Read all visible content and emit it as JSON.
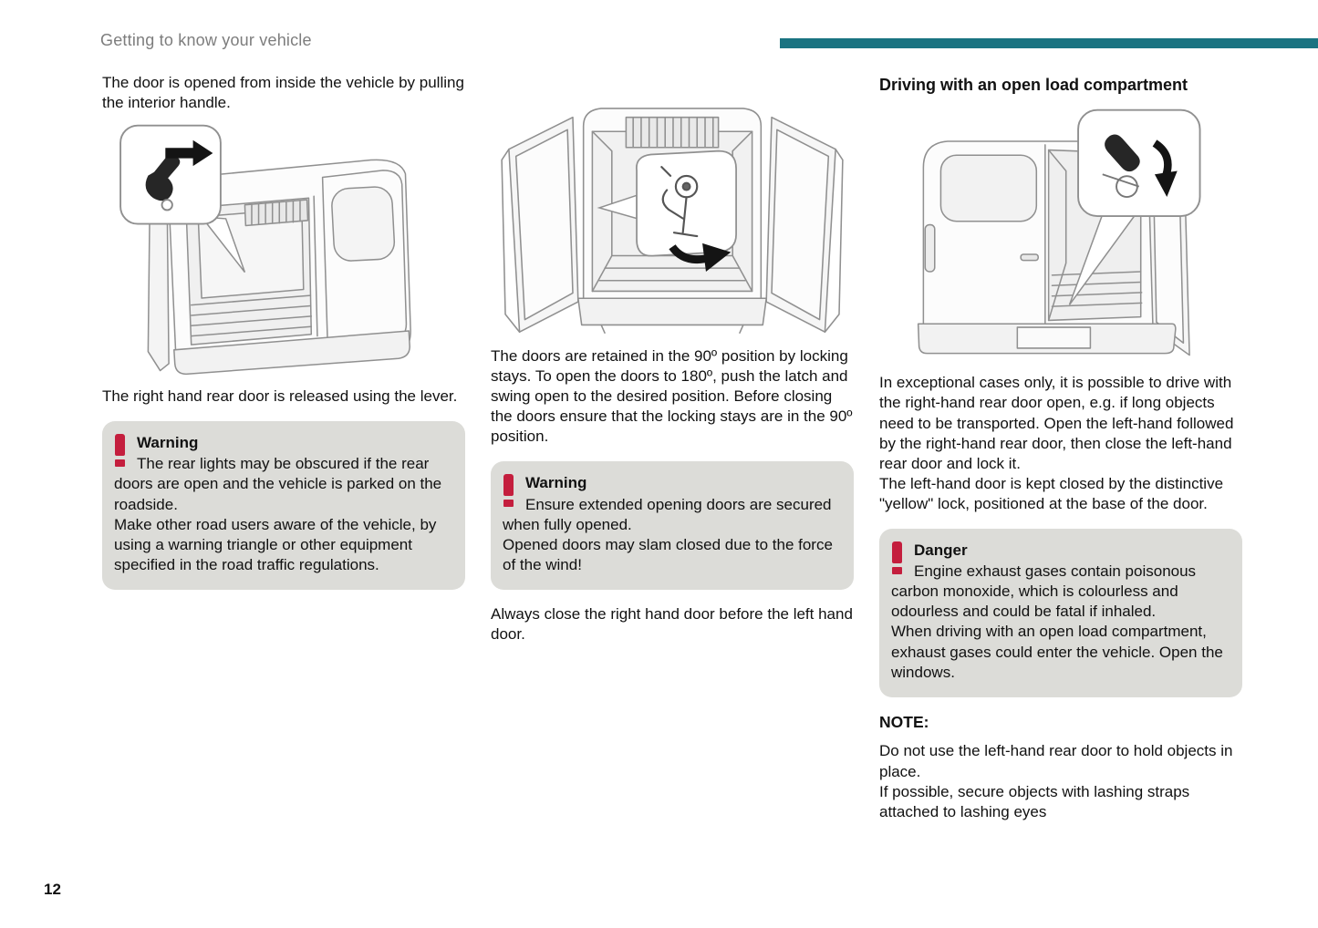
{
  "colors": {
    "accent-teal": "#1a7381",
    "alert-red": "#c41e3d",
    "box-gray": "#dcdcd8",
    "header-gray": "#7d7d7d"
  },
  "header": {
    "section_title": "Getting to know your vehicle"
  },
  "page": {
    "number": "12"
  },
  "col1": {
    "intro": "The door is opened from inside the vehicle by pulling the interior handle.",
    "figure_alt": "van-rear-open-door-interior-handle-inset",
    "caption": "The right hand rear door is released using the lever.",
    "warning": {
      "icon": "exclamation-icon",
      "title": "Warning",
      "lines": [
        "The rear lights may be obscured if the rear doors are open and the vehicle is parked on the roadside.",
        "Make other road users aware of the vehicle, by using a warning triangle or other equipment specified in the road traffic regulations."
      ]
    }
  },
  "col2": {
    "figure_alt": "van-rear-both-doors-open-locking-stay-inset",
    "para1": "The doors are retained in the 90º position by locking stays. To open the doors to 180º, push the latch and swing open to the desired position. Before closing the doors ensure that the locking stays are in the 90º position.",
    "warning": {
      "icon": "exclamation-icon",
      "title": "Warning",
      "lines": [
        "Ensure extended opening doors are secured when fully opened.",
        "Opened doors may slam closed due to the force of the wind!"
      ]
    },
    "para2": "Always close the right hand door before the left hand door."
  },
  "col3": {
    "heading": "Driving with an open load compartment",
    "figure_alt": "van-rear-right-door-open-yellow-lock-inset",
    "para1": "In exceptional cases only, it is possible to drive with the right-hand rear door open, e.g. if long objects need to be transported. Open the left-hand followed by the right-hand rear door, then close the left-hand rear door and lock it.",
    "para2": "The left-hand door is kept closed by the distinctive \"yellow\" lock, positioned at the base of the door.",
    "danger": {
      "icon": "exclamation-icon",
      "title": "Danger",
      "lines": [
        "Engine exhaust gases contain poisonous carbon monoxide, which is colourless and odourless and could be fatal if inhaled.",
        "When driving with an open load compartment, exhaust gases could enter the vehicle. Open the windows."
      ]
    },
    "note_label": "NOTE:",
    "note_lines": [
      "Do not use the left-hand rear door to hold objects in place.",
      "If possible, secure objects with lashing straps attached to lashing eyes"
    ]
  }
}
